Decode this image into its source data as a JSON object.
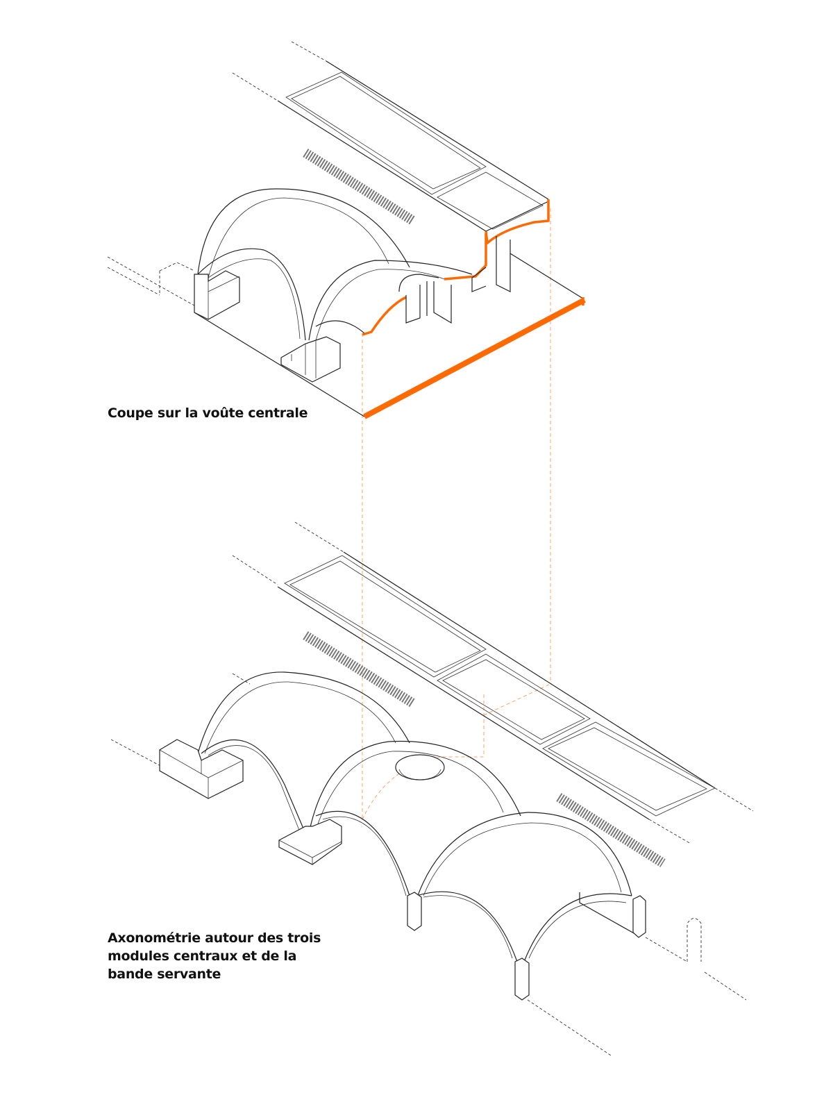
{
  "labels": {
    "section": "Coupe sur la voûte centrale",
    "axo_line1": "Axonométrie autour des trois",
    "axo_line2": "modules centraux et de la",
    "axo_line3": "bande servante"
  },
  "colors": {
    "cut": "#ff6a00",
    "line": "#222222",
    "projection": "#ffa066"
  }
}
